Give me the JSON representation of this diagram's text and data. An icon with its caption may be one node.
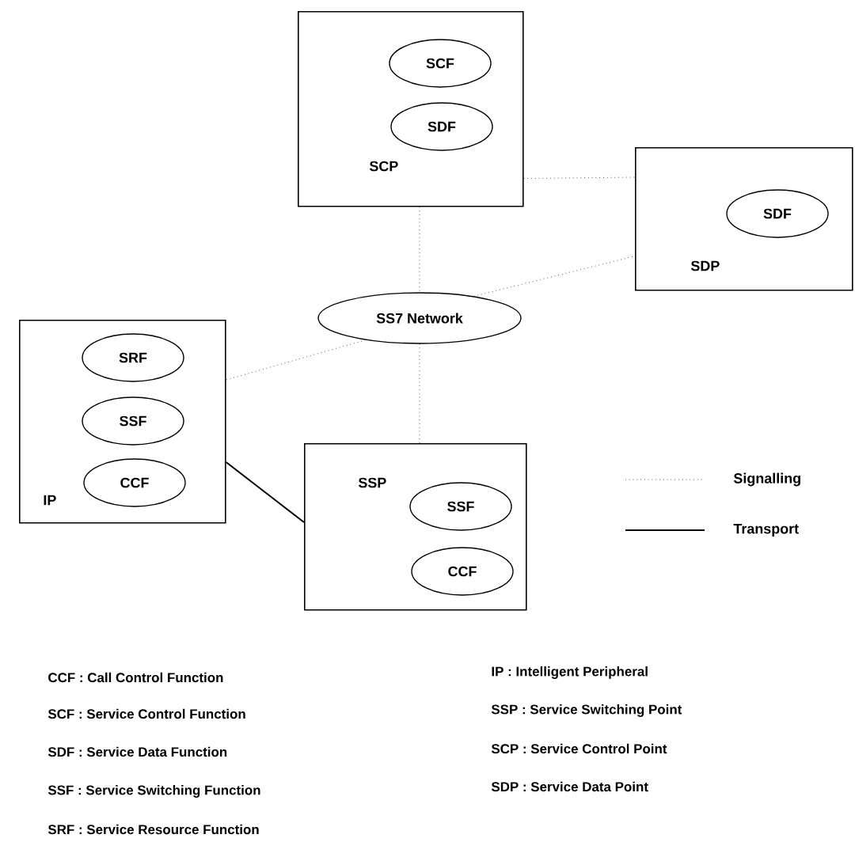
{
  "diagram": {
    "nodes": [
      {
        "text": [
          "SCP"
        ]
      },
      {
        "text": [
          "SCF"
        ],
        "in": 0
      },
      {
        "text": [
          "SDF"
        ],
        "in": 0
      },
      {
        "text": [
          "SDP"
        ]
      },
      {
        "text": [
          "SDF"
        ],
        "in": 3
      },
      {
        "text": [
          "SS7 Network"
        ]
      },
      {
        "text": [
          "IP"
        ]
      },
      {
        "text": [
          "SRF"
        ],
        "in": 6
      },
      {
        "text": [
          "SSF"
        ],
        "in": 6
      },
      {
        "text": [
          "CCF"
        ],
        "in": 6
      },
      {
        "text": [
          "SSP"
        ]
      },
      {
        "text": [
          "SSF"
        ],
        "in": 10
      },
      {
        "text": [
          "CCF"
        ],
        "in": 10
      }
    ],
    "edges": [
      {
        "from": 0,
        "to": 3,
        "arrow": "none",
        "style": "dashed"
      },
      {
        "from": 0,
        "to": 5,
        "arrow": "none",
        "style": "dashed"
      },
      {
        "from": 5,
        "to": 3,
        "arrow": "none",
        "style": "dashed"
      },
      {
        "from": 5,
        "to": 6,
        "arrow": "none",
        "style": "dashed"
      },
      {
        "from": 5,
        "to": 10,
        "arrow": "none",
        "style": "dashed"
      },
      {
        "from": 6,
        "to": 10,
        "arrow": "none"
      }
    ],
    "labels": [
      "CCF : Call Control Function",
      "IP : Intelligent Peripheral",
      "SCF : Service Control Function",
      "SSP : Service Switching Point",
      "SDF : Service Data Function",
      "SCP : Service Control Point",
      "SSF : Service Switching Function",
      "SDP : Service Data Point",
      "SRF : Service Resource Function"
    ],
    "legend": [
      {
        "text": "Signalling"
      },
      {
        "text": "Transport"
      }
    ]
  }
}
